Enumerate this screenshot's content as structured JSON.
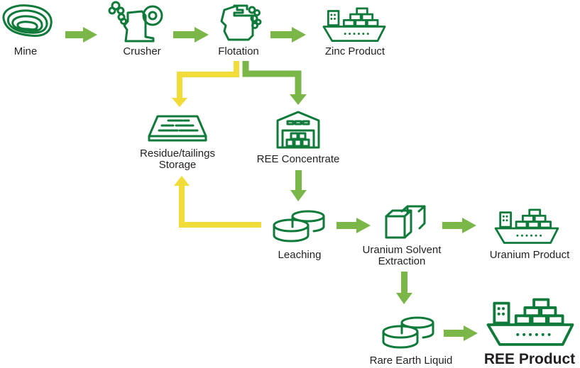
{
  "colors": {
    "icon_green": "#0f7a3a",
    "arrow_green": "#7ab648",
    "arrow_yellow": "#f2dc3a",
    "text": "#231f20"
  },
  "nodes": {
    "mine": {
      "label": "Mine",
      "icon": "mine-layers-icon"
    },
    "crusher": {
      "label": "Crusher",
      "icon": "crusher-icon"
    },
    "flotation": {
      "label": "Flotation",
      "icon": "flotation-icon"
    },
    "zinc_product": {
      "label": "Zinc Product",
      "icon": "cargo-ship-icon"
    },
    "residue": {
      "label_line1": "Residue/tailings",
      "label_line2": "Storage",
      "icon": "tailings-storage-icon"
    },
    "ree_concentrate": {
      "label": "REE Concentrate",
      "icon": "warehouse-icon"
    },
    "leaching": {
      "label": "Leaching",
      "icon": "tanks-icon"
    },
    "uranium_sx": {
      "label_line1": "Uranium Solvent",
      "label_line2": "Extraction",
      "icon": "cubes-icon"
    },
    "uranium_product": {
      "label": "Uranium Product",
      "icon": "cargo-ship-icon"
    },
    "rare_earth_liquid": {
      "label": "Rare Earth Liquid",
      "icon": "tanks-icon"
    },
    "ree_product": {
      "label": "REE Product",
      "icon": "cargo-ship-icon"
    }
  },
  "flows": [
    {
      "from": "Mine",
      "to": "Crusher",
      "color": "green"
    },
    {
      "from": "Crusher",
      "to": "Flotation",
      "color": "green"
    },
    {
      "from": "Flotation",
      "to": "Zinc Product",
      "color": "green"
    },
    {
      "from": "Flotation",
      "to": "Residue/tailings Storage",
      "color": "yellow"
    },
    {
      "from": "Flotation",
      "to": "REE Concentrate",
      "color": "green"
    },
    {
      "from": "REE Concentrate",
      "to": "Leaching",
      "color": "green"
    },
    {
      "from": "Leaching",
      "to": "Residue/tailings Storage",
      "color": "yellow"
    },
    {
      "from": "Leaching",
      "to": "Uranium Solvent Extraction",
      "color": "green"
    },
    {
      "from": "Uranium Solvent Extraction",
      "to": "Uranium Product",
      "color": "green"
    },
    {
      "from": "Uranium Solvent Extraction",
      "to": "Rare Earth Liquid",
      "color": "green"
    },
    {
      "from": "Rare Earth Liquid",
      "to": "REE Product",
      "color": "green"
    }
  ]
}
